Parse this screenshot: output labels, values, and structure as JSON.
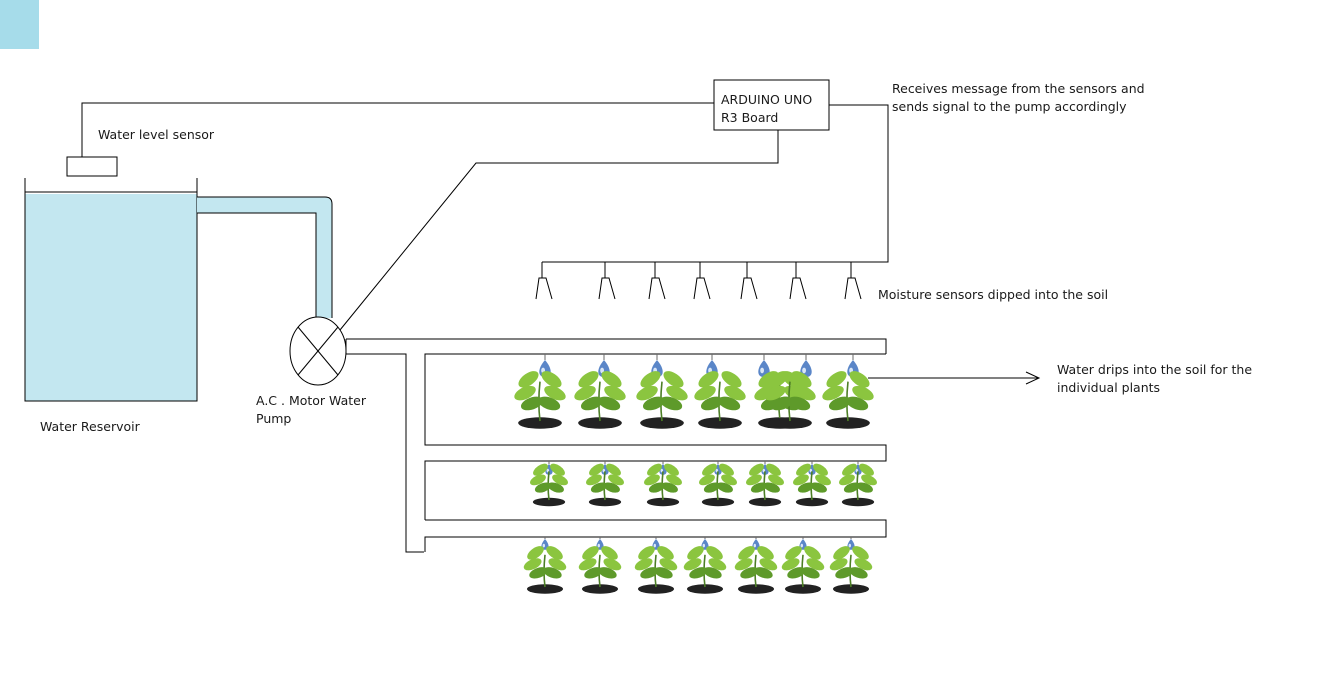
{
  "colors": {
    "water": "#c3e7f0",
    "water_corner": "#a6dcea",
    "line": "#000000",
    "leaf": "#8bc53f",
    "leaf_dark": "#5e9a2a",
    "stem": "#4d7f26",
    "soil": "#222222",
    "drop": "#5a86c8",
    "drop_highlight": "#d9e6f7"
  },
  "icons": [
    "tank-icon",
    "pump-icon",
    "moisture-sensor-icon",
    "plant-icon",
    "water-drop-icon",
    "arrow-icon"
  ],
  "labels": {
    "water_level_sensor": "Water level sensor",
    "water_reservoir": "Water Reservoir",
    "pump": [
      "A.C . Motor Water",
      "Pump"
    ],
    "arduino": [
      "ARDUINO UNO",
      "R3 Board"
    ],
    "arduino_note": [
      "Receives message from the sensors and",
      "sends signal to the pump accordingly"
    ],
    "moisture_sensors": "Moisture sensors dipped into the soil",
    "drip_note": [
      "Water drips into the soil for the",
      "individual plants"
    ]
  },
  "counts": {
    "moisture_sensors": 7,
    "plant_rows": 3,
    "plants_per_row": 7
  }
}
